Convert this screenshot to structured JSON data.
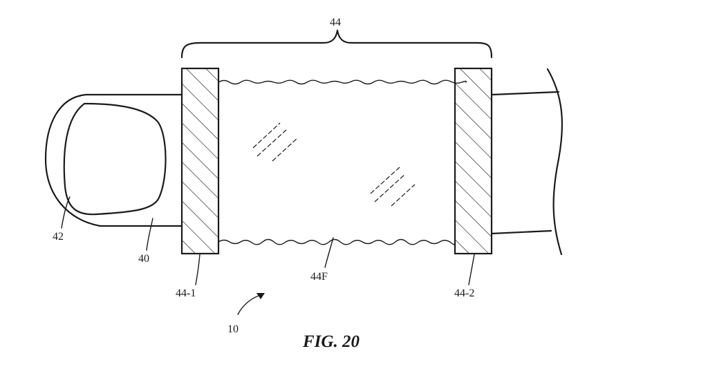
{
  "labels": {
    "band": "44",
    "fingertip": "42",
    "finger": "40",
    "end_left": "44-1",
    "fabric": "44F",
    "end_right": "44-2",
    "device": "10",
    "figure_caption": "FIG. 20"
  }
}
